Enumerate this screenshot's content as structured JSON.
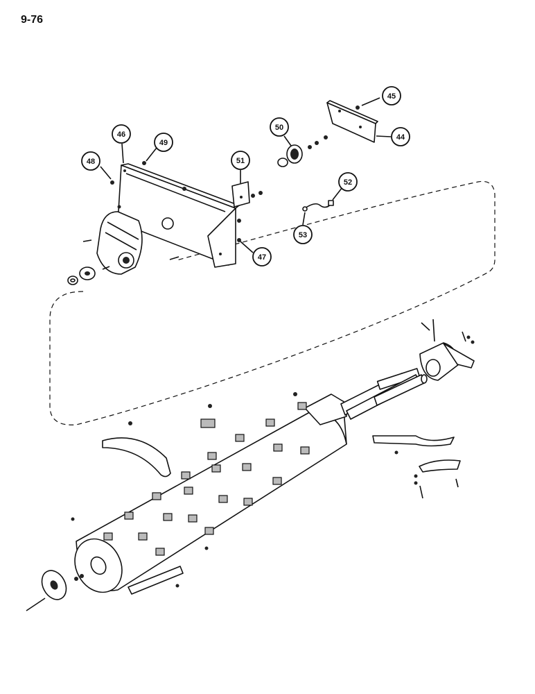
{
  "page": {
    "number": "9-76"
  },
  "callouts": [
    {
      "id": "44",
      "label": "44"
    },
    {
      "id": "45",
      "label": "45"
    },
    {
      "id": "46",
      "label": "46"
    },
    {
      "id": "47",
      "label": "47"
    },
    {
      "id": "48",
      "label": "48"
    },
    {
      "id": "49",
      "label": "49"
    },
    {
      "id": "50",
      "label": "50"
    },
    {
      "id": "51",
      "label": "51"
    },
    {
      "id": "52",
      "label": "52"
    },
    {
      "id": "53",
      "label": "53"
    }
  ],
  "colors": {
    "ink": "#111111",
    "paper": "#ffffff",
    "shade": "#bbbbbb"
  }
}
